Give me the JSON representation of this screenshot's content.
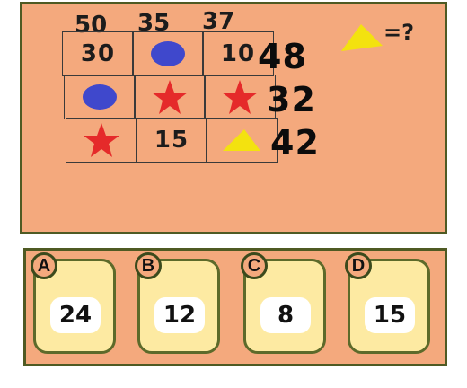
{
  "column_sums": [
    "50",
    "35",
    "37"
  ],
  "grid": [
    [
      {
        "type": "number",
        "value": "30"
      },
      {
        "type": "shape",
        "shape": "circle"
      },
      {
        "type": "number",
        "value": "10"
      }
    ],
    [
      {
        "type": "shape",
        "shape": "circle"
      },
      {
        "type": "shape",
        "shape": "star"
      },
      {
        "type": "shape",
        "shape": "star"
      }
    ],
    [
      {
        "type": "shape",
        "shape": "star"
      },
      {
        "type": "number",
        "value": "15"
      },
      {
        "type": "shape",
        "shape": "triangle"
      }
    ]
  ],
  "row_sums": [
    "48",
    "32",
    "42"
  ],
  "question": {
    "shape": "triangle",
    "text": "=?"
  },
  "options": [
    {
      "letter": "A",
      "value": "24"
    },
    {
      "letter": "B",
      "value": "12"
    },
    {
      "letter": "C",
      "value": "8"
    },
    {
      "letter": "D",
      "value": "15"
    }
  ],
  "colors": {
    "board_bg": "#f4a97d",
    "border": "#4f5a23",
    "circle": "#3f48cc",
    "star": "#e52a2a",
    "triangle": "#f3e20f",
    "card_bg": "#fdeaa2"
  }
}
